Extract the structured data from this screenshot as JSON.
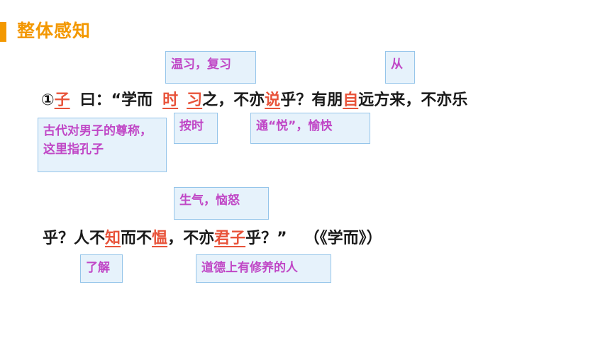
{
  "section": {
    "title": "整体感知",
    "accent": "#f39800"
  },
  "line1": {
    "num": "①",
    "t_zi": "子",
    "t_a": "曰：“学而",
    "t_shi": "时",
    "t_xi": "习",
    "t_b": "之，不亦",
    "t_yue": "说",
    "t_c": "乎？有朋",
    "t_zi2": "自",
    "t_d": "远方来，不亦乐"
  },
  "line2": {
    "t_a": "乎？人不",
    "t_zhi": "知",
    "t_b": "而不",
    "t_yun": "愠",
    "t_c": "，不亦",
    "t_junzi": "君子",
    "t_d": "乎？”",
    "t_src": "（《学而》）"
  },
  "notes": {
    "wenxi": "温习，复习",
    "cong": "从",
    "zi": "古代对男子的尊称，这里指孔子",
    "anshi": "按时",
    "yue": "通“悦”，愉快",
    "yun": "生气，恼怒",
    "liaojie": "了解",
    "junzi": "道德上有修养的人"
  },
  "colors": {
    "highlight": "#e8533a",
    "note_text": "#c047c6",
    "note_bg": "#e6f2fb",
    "note_border": "#95c5ea"
  }
}
